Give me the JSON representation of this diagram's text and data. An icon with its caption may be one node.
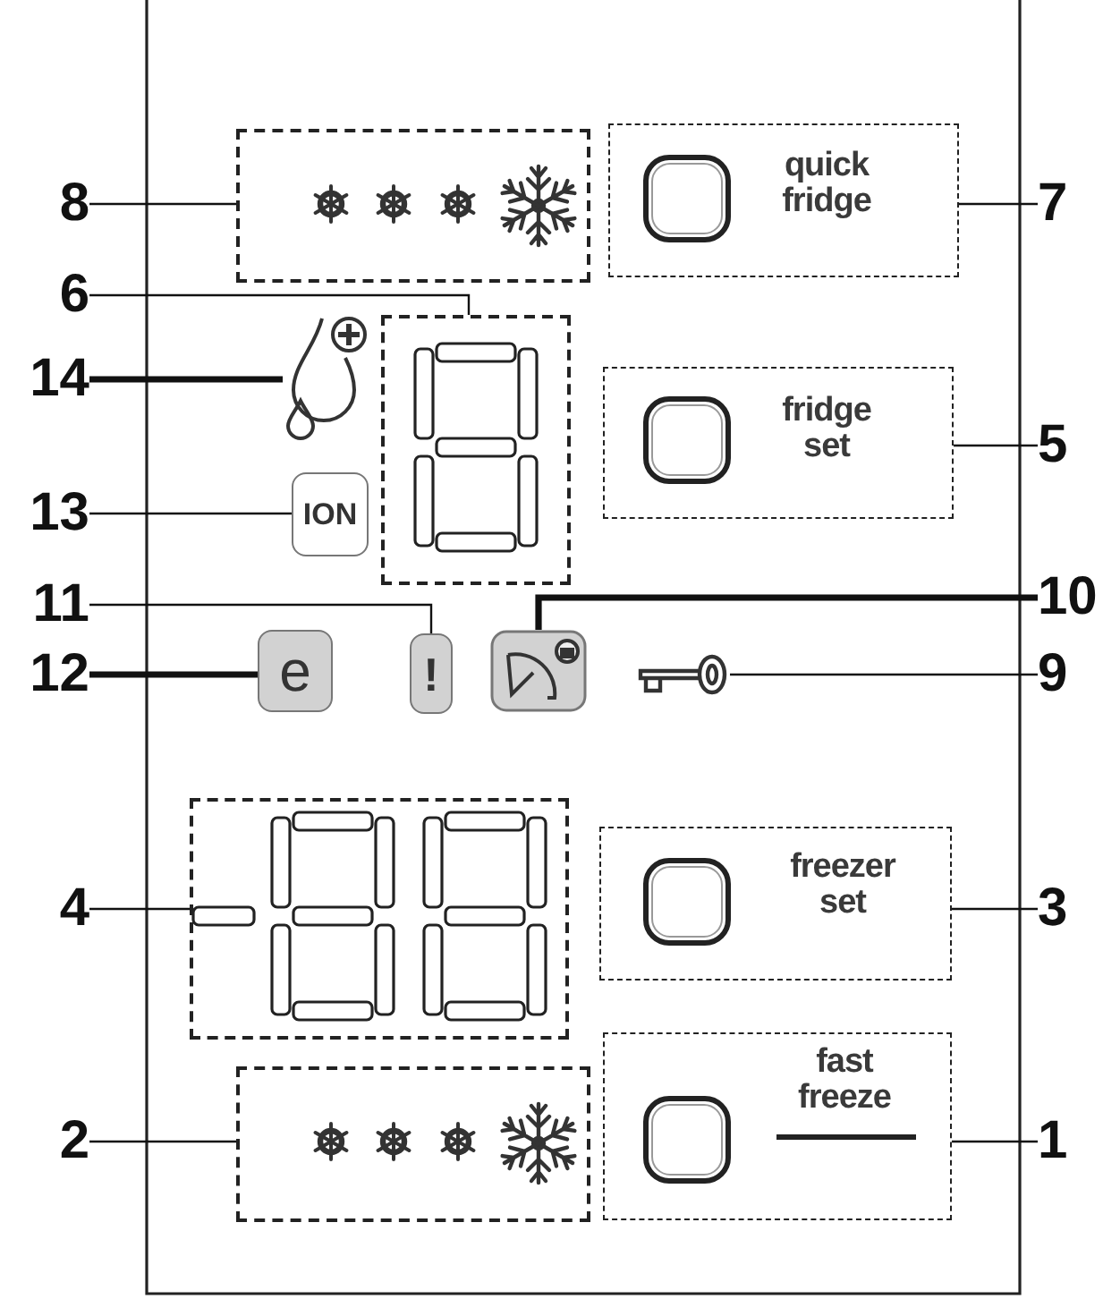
{
  "diagram": {
    "nodes": [
      {
        "text": [
          "8"
        ]
      },
      {
        "text": [],
        "shape": "box"
      },
      {
        "text": [
          "quick fridge"
        ]
      },
      {
        "text": [
          "7"
        ]
      },
      {
        "text": [
          "6"
        ]
      },
      {
        "text": [],
        "shape": "box"
      },
      {
        "text": [
          "14"
        ]
      },
      {
        "text": [],
        "shape": "picture"
      },
      {
        "text": [
          "fridge set"
        ]
      },
      {
        "text": [
          "5"
        ]
      },
      {
        "text": [
          "13"
        ]
      },
      {
        "text": [
          "ION"
        ]
      },
      {
        "text": [
          "11"
        ]
      },
      {
        "text": [
          "10"
        ]
      },
      {
        "text": [
          "12"
        ]
      },
      {
        "text": [
          "e"
        ]
      },
      {
        "text": [
          "!"
        ]
      },
      {
        "text": [],
        "shape": "picture"
      },
      {
        "text": [],
        "shape": "picture"
      },
      {
        "text": [
          "9"
        ]
      },
      {
        "text": [
          "4"
        ]
      },
      {
        "text": [],
        "shape": "box"
      },
      {
        "text": [
          "freezer set"
        ]
      },
      {
        "text": [
          "3"
        ]
      },
      {
        "text": [
          "2"
        ]
      },
      {
        "text": [],
        "shape": "box"
      },
      {
        "text": [
          "fast freeze"
        ]
      },
      {
        "text": [
          "1"
        ]
      }
    ],
    "edges": [
      {
        "from": 0,
        "to": 1,
        "arrow": "none"
      },
      {
        "from": 3,
        "to": 2,
        "arrow": "none"
      },
      {
        "from": 4,
        "to": 5,
        "arrow": "none"
      },
      {
        "from": 6,
        "to": 7,
        "arrow": "none",
        "style": "thick"
      },
      {
        "from": 9,
        "to": 8,
        "arrow": "none"
      },
      {
        "from": 10,
        "to": 11,
        "arrow": "none"
      },
      {
        "from": 12,
        "to": 16,
        "arrow": "none"
      },
      {
        "from": 13,
        "to": 17,
        "arrow": "none",
        "style": "thick"
      },
      {
        "from": 14,
        "to": 15,
        "arrow": "none",
        "style": "thick"
      },
      {
        "from": 19,
        "to": 18,
        "arrow": "none"
      },
      {
        "from": 20,
        "to": 21,
        "arrow": "none"
      },
      {
        "from": 23,
        "to": 22,
        "arrow": "none"
      },
      {
        "from": 24,
        "to": 25,
        "arrow": "none"
      },
      {
        "from": 27,
        "to": 26,
        "arrow": "none"
      }
    ]
  }
}
